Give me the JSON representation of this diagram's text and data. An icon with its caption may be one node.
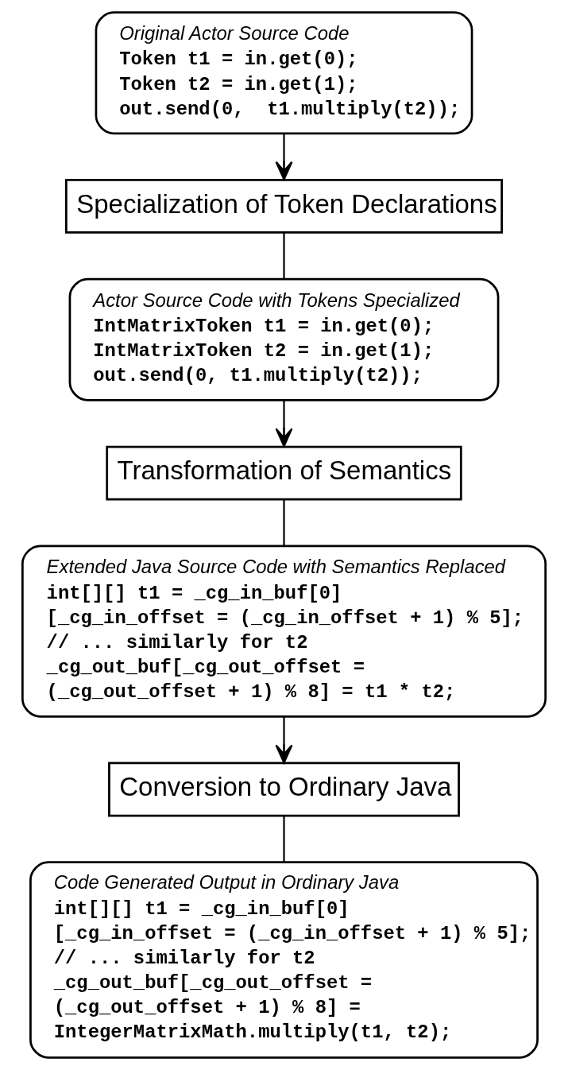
{
  "diagram": {
    "nodes": [
      {
        "text": [
          "Original Actor Source Code",
          "Token t1 = in.get(0);",
          "Token t2 = in.get(1);",
          "out.send(0,  t1.multiply(t2));"
        ]
      },
      {
        "text": [
          "Specialization of Token Declarations"
        ]
      },
      {
        "text": [
          "Actor Source Code with Tokens Specialized",
          "IntMatrixToken t1 = in.get(0);",
          "IntMatrixToken t2 = in.get(1);",
          "out.send(0, t1.multiply(t2));"
        ]
      },
      {
        "text": [
          "Transformation of Semantics"
        ]
      },
      {
        "text": [
          "Extended Java Source Code with Semantics Replaced",
          "int[][] t1 = _cg_in_buf[0]",
          "[_cg_in_offset = (_cg_in_offset + 1) % 5];",
          "// ... similarly for t2",
          "_cg_out_buf[_cg_out_offset =",
          "(_cg_out_offset + 1) % 8] = t1 * t2;"
        ]
      },
      {
        "text": [
          "Conversion to Ordinary Java"
        ]
      },
      {
        "text": [
          "Code Generated Output in Ordinary Java",
          "int[][] t1 = _cg_in_buf[0]",
          "[_cg_in_offset = (_cg_in_offset + 1) % 5];",
          "// ... similarly for t2",
          "_cg_out_buf[_cg_out_offset =",
          "(_cg_out_offset + 1) % 8] =",
          "IntegerMatrixMath.multiply(t1, t2);"
        ]
      }
    ],
    "edges": [
      {
        "from": 0,
        "to": 1,
        "arrow": "to"
      },
      {
        "from": 1,
        "to": 2,
        "arrow": "none"
      },
      {
        "from": 2,
        "to": 3,
        "arrow": "to"
      },
      {
        "from": 3,
        "to": 4,
        "arrow": "none"
      },
      {
        "from": 4,
        "to": 5,
        "arrow": "to"
      },
      {
        "from": 5,
        "to": 6,
        "arrow": "none"
      }
    ]
  }
}
